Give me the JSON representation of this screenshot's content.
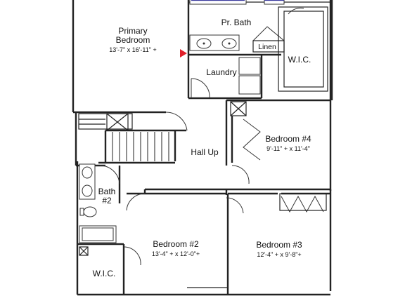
{
  "colors": {
    "wall": "#222222",
    "tub_accent": "#3b3b9e",
    "marker": "#e0202a"
  },
  "rooms": {
    "primary_bedroom": {
      "name_line1": "Primary",
      "name_line2": "Bedroom",
      "dims": "13'-7\" x 16'-11\" +"
    },
    "pr_bath": {
      "name": "Pr. Bath"
    },
    "linen": {
      "name": "Linen"
    },
    "wic_primary": {
      "name": "W.I.C."
    },
    "laundry": {
      "name": "Laundry"
    },
    "hall": {
      "name": "Hall Up"
    },
    "bedroom4": {
      "name": "Bedroom #4",
      "dims": "9'-11\" + x 11'-4\""
    },
    "bath2": {
      "name_line1": "Bath",
      "name_line2": "#2"
    },
    "bedroom2": {
      "name": "Bedroom #2",
      "dims": "13'-4\" + x 12'-0\"+"
    },
    "bedroom3": {
      "name": "Bedroom #3",
      "dims": "12'-4\" + x 9'-8\"+"
    },
    "wic_bath2": {
      "name": "W.I.C."
    }
  },
  "icons": {
    "marker": "red-triangle-marker-icon"
  }
}
